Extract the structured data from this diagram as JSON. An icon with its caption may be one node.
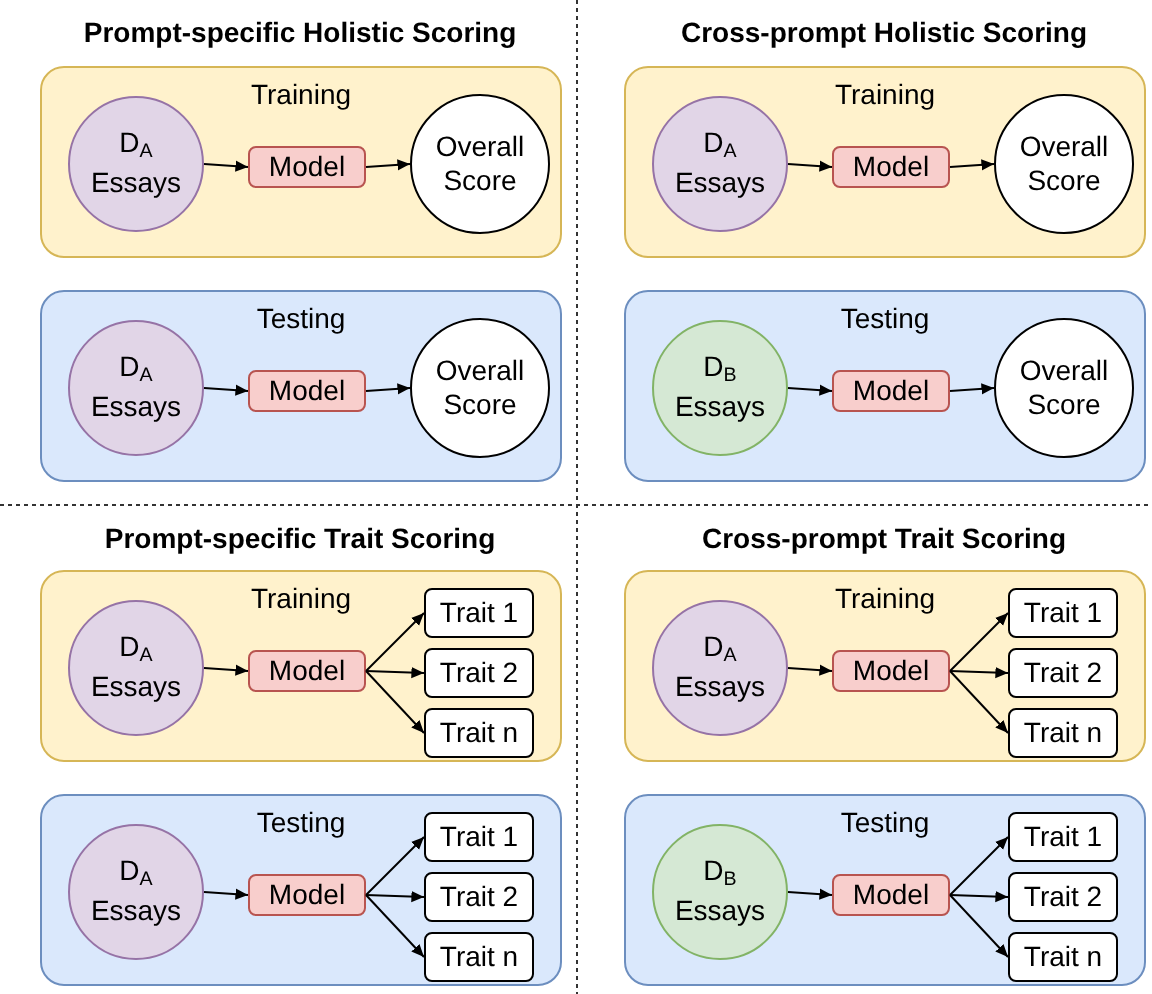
{
  "diagram": {
    "nodes": [
      {
        "text": [
          "Training"
        ]
      },
      {
        "text": [
          "D$_{A}$ Essays"
        ],
        "in": 0
      },
      {
        "text": [
          "Model"
        ],
        "in": 0
      },
      {
        "text": [
          "Overall Score"
        ],
        "in": 0
      },
      {
        "text": [
          "Training"
        ]
      },
      {
        "text": [
          "D$_{A}$ Essays"
        ],
        "in": 4
      },
      {
        "text": [
          "Model"
        ],
        "in": 4
      },
      {
        "text": [
          "Overall Score"
        ],
        "in": 4
      },
      {
        "text": [
          "Testing"
        ]
      },
      {
        "text": [
          "D$_{A}$ Essays"
        ],
        "in": 8
      },
      {
        "text": [
          "Model"
        ],
        "in": 8
      },
      {
        "text": [
          "Overall Score"
        ],
        "in": 8
      },
      {
        "text": [
          "Testing"
        ]
      },
      {
        "text": [
          "D$_{B}$ Essays"
        ],
        "in": 12
      },
      {
        "text": [
          "Model"
        ],
        "in": 12
      },
      {
        "text": [
          "Overall Score"
        ],
        "in": 12
      },
      {
        "text": [
          "Training"
        ]
      },
      {
        "text": [
          "D$_{A}$ Essays"
        ],
        "in": 16
      },
      {
        "text": [
          "Model"
        ],
        "in": 16
      },
      {
        "text": [
          "Trait 1"
        ],
        "in": 16
      },
      {
        "text": [
          "Trait 2"
        ],
        "in": 16
      },
      {
        "text": [
          "Trait n"
        ],
        "in": 16
      },
      {
        "text": [
          "Training"
        ]
      },
      {
        "text": [
          "D$_{A}$ Essays"
        ],
        "in": 22
      },
      {
        "text": [
          "Model"
        ],
        "in": 22
      },
      {
        "text": [
          "Trait 1"
        ],
        "in": 22
      },
      {
        "text": [
          "Trait 2"
        ],
        "in": 22
      },
      {
        "text": [
          "Trait n"
        ],
        "in": 22
      },
      {
        "text": [
          "Testing"
        ]
      },
      {
        "text": [
          "D$_{A}$ Essays"
        ],
        "in": 28
      },
      {
        "text": [
          "Model"
        ],
        "in": 28
      },
      {
        "text": [
          "Trait 1"
        ],
        "in": 28
      },
      {
        "text": [
          "Trait 2"
        ],
        "in": 28
      },
      {
        "text": [
          "Trait n"
        ],
        "in": 28
      },
      {
        "text": [
          "Testing"
        ]
      },
      {
        "text": [
          "D$_{B}$ Essays"
        ],
        "in": 34
      },
      {
        "text": [
          "Model"
        ],
        "in": 34
      },
      {
        "text": [
          "Trait 1"
        ],
        "in": 34
      },
      {
        "text": [
          "Trait 2"
        ],
        "in": 34
      },
      {
        "text": [
          "Trait n"
        ],
        "in": 34
      }
    ],
    "edges": [
      {
        "from": 1,
        "to": 2,
        "arrow": "to"
      },
      {
        "from": 2,
        "to": 3,
        "arrow": "to"
      },
      {
        "from": 5,
        "to": 6,
        "arrow": "to"
      },
      {
        "from": 6,
        "to": 7,
        "arrow": "to"
      },
      {
        "from": 9,
        "to": 10,
        "arrow": "to"
      },
      {
        "from": 10,
        "to": 11,
        "arrow": "to"
      },
      {
        "from": 13,
        "to": 14,
        "arrow": "to"
      },
      {
        "from": 14,
        "to": 15,
        "arrow": "to"
      },
      {
        "from": 17,
        "to": 18,
        "arrow": "to"
      },
      {
        "from": 18,
        "to": 19,
        "arrow": "to"
      },
      {
        "from": 18,
        "to": 20,
        "arrow": "to"
      },
      {
        "from": 18,
        "to": 21,
        "arrow": "to"
      },
      {
        "from": 23,
        "to": 24,
        "arrow": "to"
      },
      {
        "from": 24,
        "to": 25,
        "arrow": "to"
      },
      {
        "from": 24,
        "to": 26,
        "arrow": "to"
      },
      {
        "from": 24,
        "to": 27,
        "arrow": "to"
      },
      {
        "from": 29,
        "to": 30,
        "arrow": "to"
      },
      {
        "from": 30,
        "to": 31,
        "arrow": "to"
      },
      {
        "from": 30,
        "to": 32,
        "arrow": "to"
      },
      {
        "from": 30,
        "to": 33,
        "arrow": "to"
      },
      {
        "from": 35,
        "to": 36,
        "arrow": "to"
      },
      {
        "from": 36,
        "to": 37,
        "arrow": "to"
      },
      {
        "from": 36,
        "to": 38,
        "arrow": "to"
      },
      {
        "from": 36,
        "to": 39,
        "arrow": "to"
      }
    ],
    "labels": [
      "Prompt-specific Holistic Scoring",
      "Cross-prompt Holistic Scoring",
      "Prompt-specific Trait Scoring",
      "Cross-prompt Trait Scoring"
    ]
  }
}
